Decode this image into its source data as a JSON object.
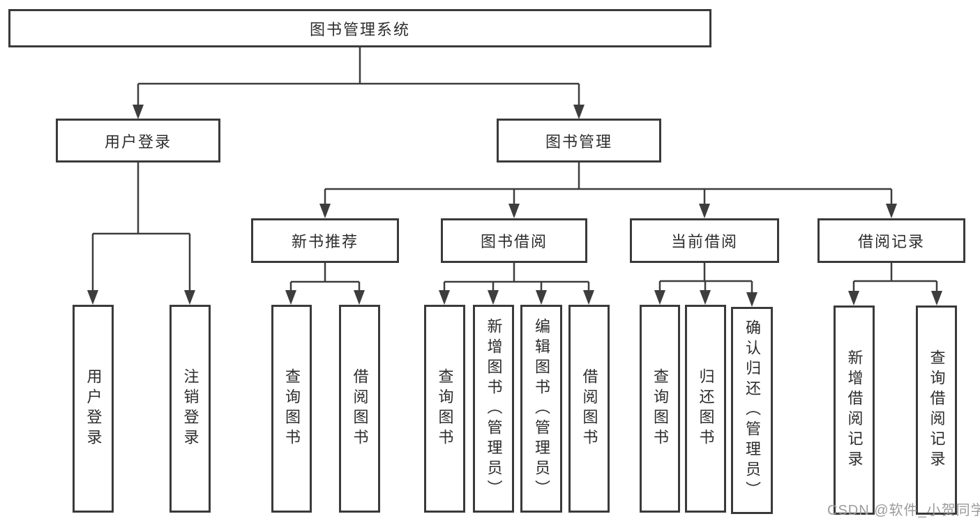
{
  "diagram": {
    "type": "hierarchy-tree",
    "watermark": {
      "text": "CSDN @软件_小贺同学",
      "color": "#9b9b9b"
    },
    "colors": {
      "background": "#ffffff",
      "box_border": "#3a3a3a",
      "box_fill": "#ffffff",
      "line": "#3d3d3d",
      "text": "#2d2d2d"
    },
    "tree": {
      "root": {
        "label": "图书管理系统",
        "children": [
          {
            "label": "用户登录",
            "children": [
              {
                "label": "用户登录"
              },
              {
                "label": "注销登录"
              }
            ]
          },
          {
            "label": "图书管理",
            "children": [
              {
                "label": "新书推荐",
                "children": [
                  {
                    "label": "查询图书"
                  },
                  {
                    "label": "借阅图书"
                  }
                ]
              },
              {
                "label": "图书借阅",
                "children": [
                  {
                    "label": "查询图书"
                  },
                  {
                    "label": "新增图书（管理员）"
                  },
                  {
                    "label": "编辑图书（管理员）"
                  },
                  {
                    "label": "借阅图书"
                  }
                ]
              },
              {
                "label": "当前借阅",
                "children": [
                  {
                    "label": "查询图书"
                  },
                  {
                    "label": "归还图书"
                  },
                  {
                    "label": "确认归还（管理员）"
                  }
                ]
              },
              {
                "label": "借阅记录",
                "children": [
                  {
                    "label": "新增借阅记录"
                  },
                  {
                    "label": "查询借阅记录"
                  }
                ]
              }
            ]
          }
        ]
      }
    }
  }
}
